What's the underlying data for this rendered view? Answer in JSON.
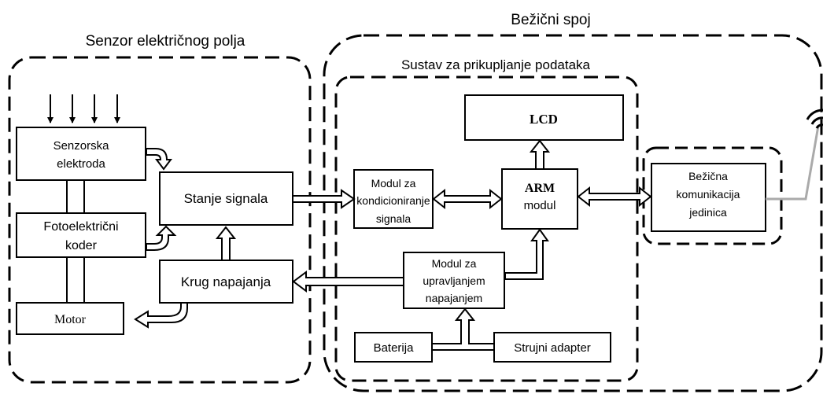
{
  "diagram": {
    "groups": {
      "sensor": "Senzor električnog polja",
      "wireless_link": "Bežični spoj",
      "acquisition": "Sustav za prikupljanje podataka"
    },
    "blocks": {
      "sensing_electrode": [
        "Senzorska",
        "elektroda"
      ],
      "photoelectric_encoder": [
        "Fotoelektrični",
        "koder"
      ],
      "motor": "Motor",
      "signal_condition": "Stanje signala",
      "power_circuit": "Krug napajanja",
      "conditioning_module": [
        "Modul za",
        "kondicioniranje",
        "signala"
      ],
      "lcd": "LCD",
      "arm_module": [
        "ARM",
        "modul"
      ],
      "power_management": [
        "Modul za",
        "upravljanjem",
        "napajanjem"
      ],
      "battery": "Baterija",
      "power_adapter": "Strujni adapter",
      "wireless_unit": [
        "Bežična",
        "komunikacija",
        "jedinica"
      ]
    },
    "icons": [
      "field-arrow-icon",
      "wifi-antenna-icon"
    ]
  }
}
